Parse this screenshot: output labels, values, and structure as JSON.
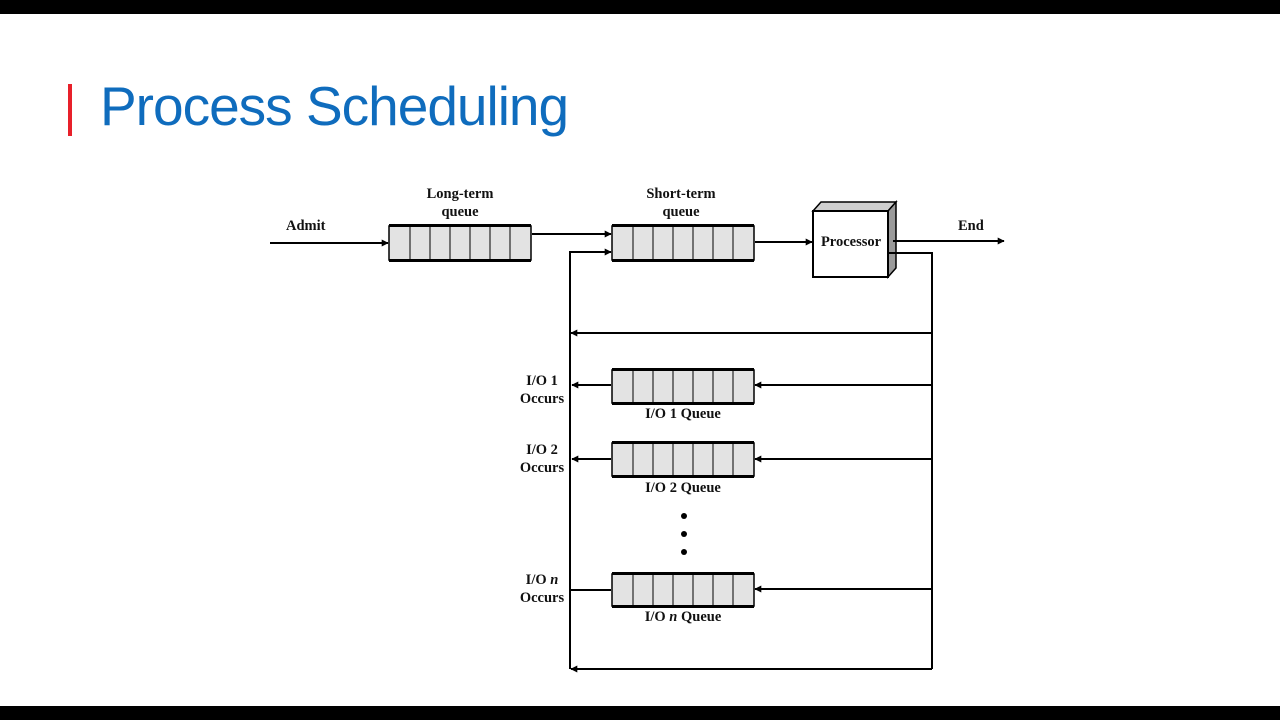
{
  "slide": {
    "title": "Process Scheduling"
  },
  "diagram": {
    "admit": "Admit",
    "long_term_queue": [
      "Long-term",
      "queue"
    ],
    "short_term_queue": [
      "Short-term",
      "queue"
    ],
    "processor": "Processor",
    "end": "End",
    "io1_occurs": [
      "I/O 1",
      "Occurs"
    ],
    "io1_queue": "I/O 1 Queue",
    "io2_occurs": [
      "I/O 2",
      "Occurs"
    ],
    "io2_queue": "I/O 2 Queue",
    "ion_occurs_prefix": "I/O ",
    "ion_occurs_n": "n",
    "ion_occurs_line2": "Occurs",
    "ion_queue_prefix": "I/O ",
    "ion_queue_n": "n",
    "ion_queue_suffix": " Queue"
  },
  "colors": {
    "title": "#0f6cbd",
    "accent": "#e8202a",
    "queue_fill": "#e3e3e3",
    "processor_shade": "#9a9a9a"
  }
}
